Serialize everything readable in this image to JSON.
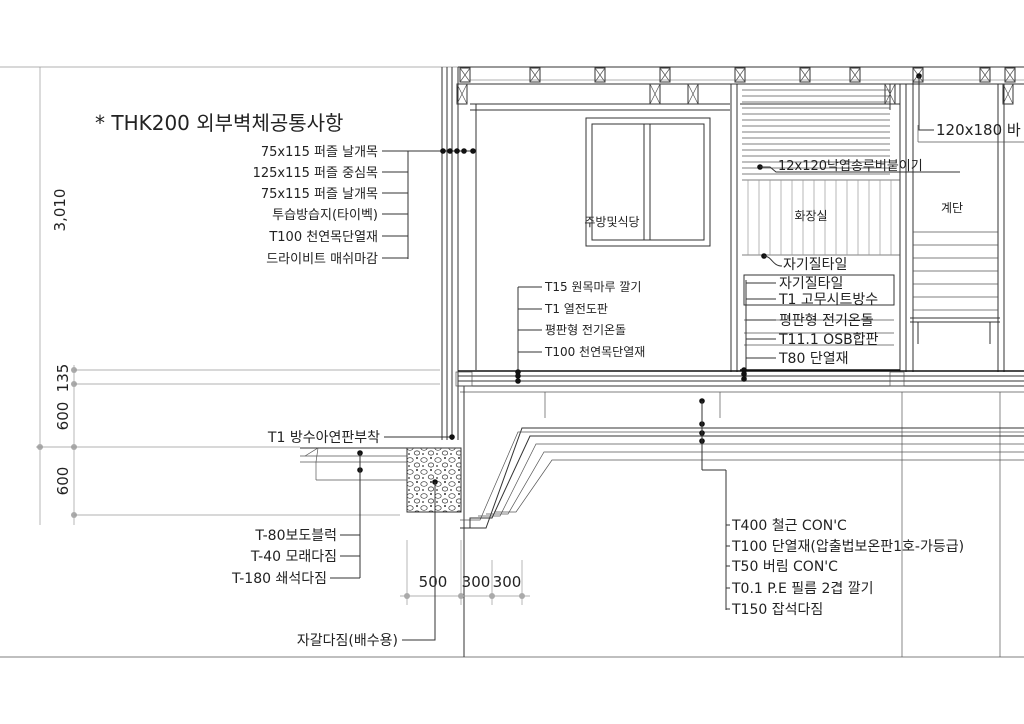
{
  "title": "* THK200 외부벽체공통사항",
  "dimensions": {
    "vertical": [
      "3,010",
      "135",
      "600",
      "600"
    ],
    "horizontal": [
      "500",
      "300",
      "300"
    ]
  },
  "rooms": {
    "kitchen": "주방및식당",
    "bathroom": "화장실",
    "stairs": "계단"
  },
  "wall_layers": [
    "75x115 퍼즐 날개목",
    "125x115 퍼즐 중심목",
    "75x115 퍼즐 날개목",
    "투습방습지(타이벡)",
    "T100 천연목단열재",
    "드라이비트 매쉬마감"
  ],
  "kitchen_floor_layers": [
    "T15 원목마루 깔기",
    "T1 열전도판",
    "평판형 전기온돌",
    "T100 천연목단열재"
  ],
  "bath_ceiling_label": "12x120낙엽송루버붙이기",
  "bath_wall_label": "자기질타일",
  "bath_floor_layers": [
    "자기질타일",
    "T1 고무시트방수",
    "평판형 전기온돌",
    "T11.1 OSB합판",
    "T80 단열재"
  ],
  "beam_label": "120x180 바",
  "flashing_label": "T1 방수아연판부착",
  "paving_layers": [
    "T-80보도블럭",
    "T-40 모래다짐",
    "T-180 쇄석다짐"
  ],
  "drain_label": "자갈다짐(배수용)",
  "slab_layers": [
    "T400 철근 CON'C",
    "T100 단열재(압출법보온판1호-가등급)",
    "T50 버림 CON'C",
    "T0.1 P.E 필름 2겹 깔기",
    "T150 잡석다짐"
  ]
}
